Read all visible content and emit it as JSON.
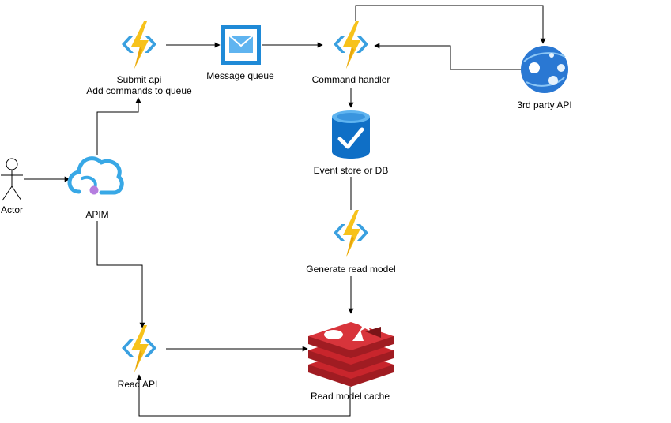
{
  "nodes": {
    "actor": {
      "label": "Actor"
    },
    "apim": {
      "label": "APIM"
    },
    "submit_api": {
      "line1": "Submit api",
      "line2": "Add commands to queue"
    },
    "message_queue": {
      "label": "Message queue"
    },
    "command_handler": {
      "label": "Command handler"
    },
    "third_party_api": {
      "label": "3rd party API"
    },
    "event_store": {
      "label": "Event store or DB"
    },
    "generate_read_model": {
      "label": "Generate read model"
    },
    "read_api": {
      "label": "Read API"
    },
    "read_model_cache": {
      "label": "Read model cache"
    }
  },
  "colors": {
    "function_bolt": "#f7c21b",
    "function_bolt_shade": "#e8a60c",
    "function_chevron": "#3aa0e0",
    "queue_blue": "#1f8ad7",
    "db_blue": "#0f6fc6",
    "db_top": "#5fb4f0",
    "apim_cloud": "#38a8e6",
    "apim_dot": "#b47ddf",
    "webapp_blue": "#2a78d3",
    "redis_red": "#c8252c",
    "redis_dark": "#a01c22",
    "edge": "#000000"
  },
  "icons": {
    "function": "azure-function-icon",
    "queue": "message-queue-icon",
    "database": "database-check-icon",
    "apim": "api-management-cloud-icon",
    "webapp": "web-app-globe-icon",
    "redis": "redis-cache-icon",
    "actor": "stick-figure-icon"
  }
}
